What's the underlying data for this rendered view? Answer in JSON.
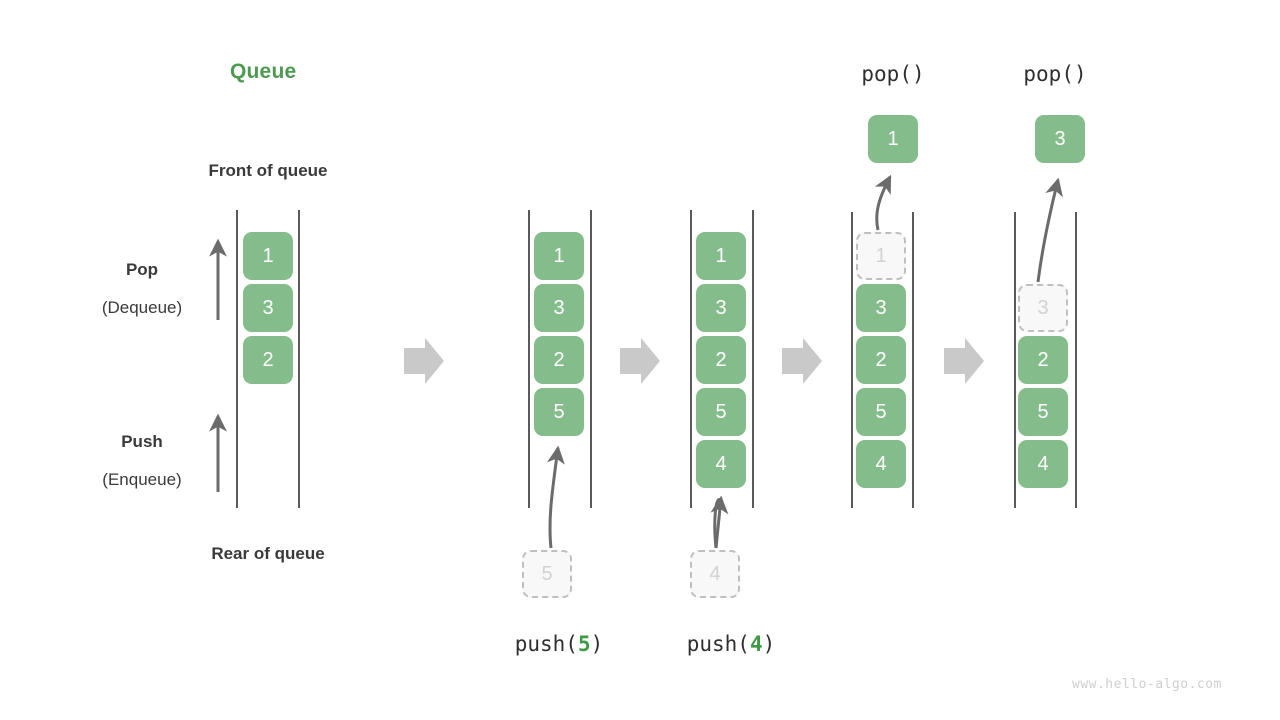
{
  "diagram": {
    "title": "Queue",
    "title_color": "#4e9a51",
    "cell_color": "#84bd8b",
    "ghost_color": "#d2d2d2",
    "rail_color": "#5a5a5a",
    "transition_arrow_color": "#c9c9c9",
    "watermark": "www.hello-algo.com"
  },
  "labels": {
    "front_of_queue": "Front of queue",
    "rear_of_queue": "Rear of queue",
    "pop_title": "Pop",
    "pop_sub": "(Dequeue)",
    "push_title": "Push",
    "push_sub": "(Enqueue)"
  },
  "stages": [
    {
      "id": "initial",
      "op_label": "",
      "op_arg": "",
      "cells": [
        "1",
        "3",
        "2"
      ],
      "incoming": null,
      "popped": null,
      "ghost_index": null
    },
    {
      "id": "push-5",
      "op_label": "push(",
      "op_arg": "5",
      "op_close": ")",
      "cells": [
        "1",
        "3",
        "2",
        "5"
      ],
      "incoming": "5",
      "popped": null,
      "ghost_index": null
    },
    {
      "id": "push-4",
      "op_label": "push(",
      "op_arg": "4",
      "op_close": ")",
      "cells": [
        "1",
        "3",
        "2",
        "5",
        "4"
      ],
      "incoming": "4",
      "popped": null,
      "ghost_index": null
    },
    {
      "id": "pop-1",
      "op_label": "pop()",
      "op_arg": "",
      "cells": [
        "1",
        "3",
        "2",
        "5",
        "4"
      ],
      "incoming": null,
      "popped": "1",
      "ghost_index": 0
    },
    {
      "id": "pop-3",
      "op_label": "pop()",
      "op_arg": "",
      "cells": [
        "3",
        "2",
        "5",
        "4"
      ],
      "incoming": null,
      "popped": "3",
      "ghost_index": 0
    }
  ]
}
